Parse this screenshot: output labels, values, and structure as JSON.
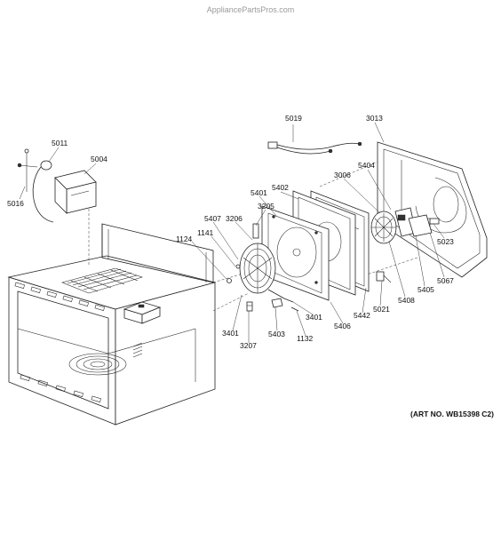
{
  "watermark": "AppliancePartsPros.com",
  "art_number": "(ART NO. WB15398 C2)",
  "parts": {
    "p5019": "5019",
    "p3013": "3013",
    "p5011": "5011",
    "p5004": "5004",
    "p5016": "5016",
    "p3006": "3006",
    "p5404": "5404",
    "p3205": "3205",
    "p5401": "5401",
    "p5402": "5402",
    "p5407": "5407",
    "p3206": "3206",
    "p1124": "1124",
    "p1141": "1141",
    "p5023": "5023",
    "p5067": "5067",
    "p5405": "5405",
    "p5408": "5408",
    "p5021": "5021",
    "p5442": "5442",
    "p5406": "5406",
    "p3401a": "3401",
    "p3401b": "3401",
    "p5403": "5403",
    "p1132": "1132",
    "p3207": "3207"
  }
}
